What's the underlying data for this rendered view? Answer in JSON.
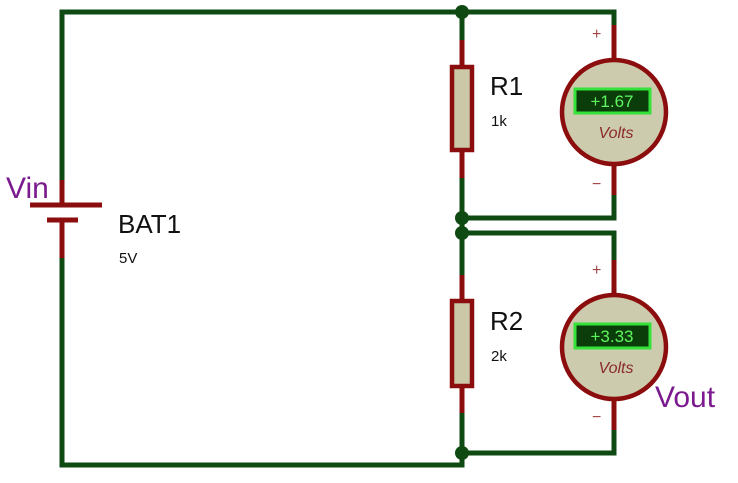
{
  "battery": {
    "ref": "BAT1",
    "value": "5V",
    "net_label": "Vin"
  },
  "resistors": [
    {
      "ref": "R1",
      "value": "1k"
    },
    {
      "ref": "R2",
      "value": "2k"
    }
  ],
  "voltmeters": [
    {
      "reading": "+1.67",
      "unit": "Volts",
      "plus": "+",
      "minus": "−"
    },
    {
      "reading": "+3.33",
      "unit": "Volts",
      "plus": "+",
      "minus": "−",
      "net_label": "Vout"
    }
  ],
  "colors": {
    "wire": "#0f4a12",
    "component_outline": "#8b0d0d",
    "component_fill": "#cbc8a8",
    "lcd_background": "#0b3d0b",
    "lcd_text": "#5ef55f",
    "net_label": "#7b1a8e"
  }
}
